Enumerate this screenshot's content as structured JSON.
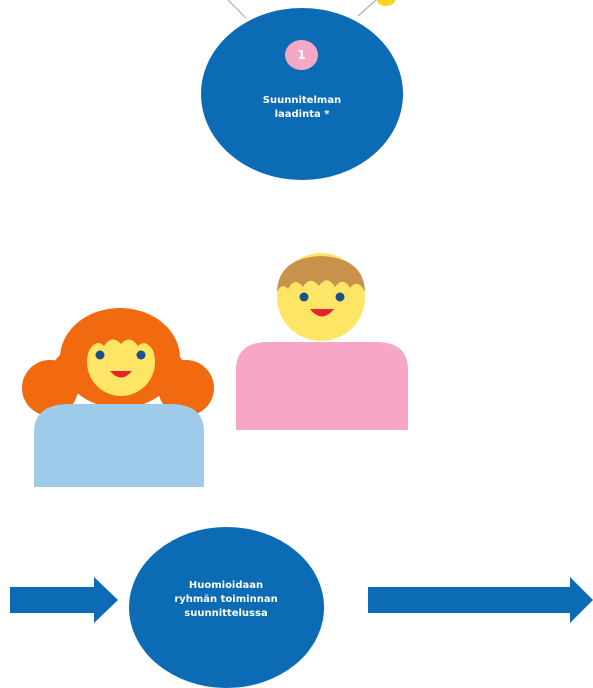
{
  "top_node": {
    "step": "1",
    "label": "Suunnitelman\nlaadinta *"
  },
  "bottom_node": {
    "label": "Huomioidaan\nryhmän toiminnan\nsuunnittelussa"
  },
  "colors": {
    "node_blue": "#0c6bb5",
    "badge_pink": "#f4a8c8",
    "girl_hair": "#f26a10",
    "girl_body": "#9ecbe9",
    "boy_hair": "#c8924a",
    "boy_body": "#f7a6c8",
    "face": "#ffe566",
    "connector_yellow": "#f7d51e",
    "connector_line": "#b0b0b0"
  }
}
